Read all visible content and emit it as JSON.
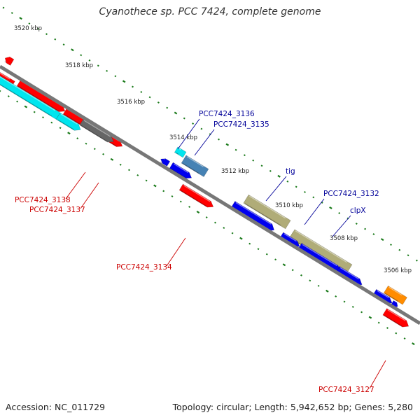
{
  "map": {
    "title": "Cyanothece sp. PCC 7424, complete genome",
    "accession_text": "Accession: NC_011729",
    "summary_text": "Topology: circular; Length: 5,942,652 bp; Genes: 5,280",
    "ruler_ticks": [
      "3520 kbp",
      "3518 kbp",
      "3516 kbp",
      "3514 kbp",
      "3512 kbp",
      "3510 kbp",
      "3508 kbp",
      "3506 kbp"
    ],
    "colors": {
      "backbone": "#777777",
      "tick": "#1a7a1a",
      "forward_cds_label": "#000099",
      "reverse_cds_label": "#cc0000",
      "cds_red": "#ff0000",
      "cds_blue": "#0000ee",
      "cds_cyan": "#00e5ee",
      "cds_gray": "#666666",
      "cds_steel": "#4682b4",
      "cds_khaki": "#b0ac78",
      "cds_lime": "#aaff33",
      "cds_orange": "#ff8c00"
    },
    "gene_labels": [
      {
        "text": "PCC7424_3136",
        "strand": "forward"
      },
      {
        "text": "PCC7424_3135",
        "strand": "forward"
      },
      {
        "text": "tig",
        "strand": "forward"
      },
      {
        "text": "PCC7424_3132",
        "strand": "forward"
      },
      {
        "text": "clpX",
        "strand": "forward"
      },
      {
        "text": "PCC7424_3138",
        "strand": "reverse"
      },
      {
        "text": "PCC7424_3137",
        "strand": "reverse"
      },
      {
        "text": "PCC7424_3134",
        "strand": "reverse"
      },
      {
        "text": "PCC7424_3127",
        "strand": "reverse"
      }
    ]
  }
}
